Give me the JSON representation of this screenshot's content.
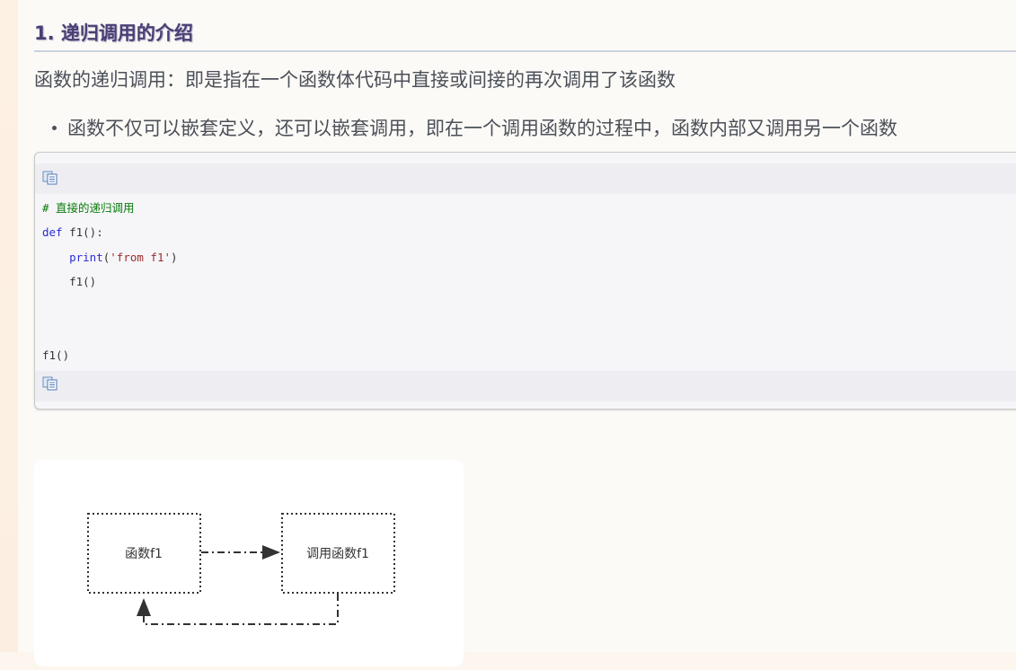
{
  "heading": "1. 递归调用的介绍",
  "intro": "函数的递归调用：即是指在一个函数体代码中直接或间接的再次调用了该函数",
  "bullet": "函数不仅可以嵌套定义，还可以嵌套调用，即在一个调用函数的过程中，函数内部又调用另一个函数",
  "code": {
    "comment": "# 直接的递归调用",
    "kw_def": "def",
    "def_rest": " f1():",
    "indent": "    ",
    "kw_print": "print",
    "print_open": "(",
    "print_str": "'from f1'",
    "print_close": ")",
    "inner_call": "    f1()",
    "outer_call": "f1()"
  },
  "diagram": {
    "box_left": "函数f1",
    "box_right": "调用函数f1"
  }
}
